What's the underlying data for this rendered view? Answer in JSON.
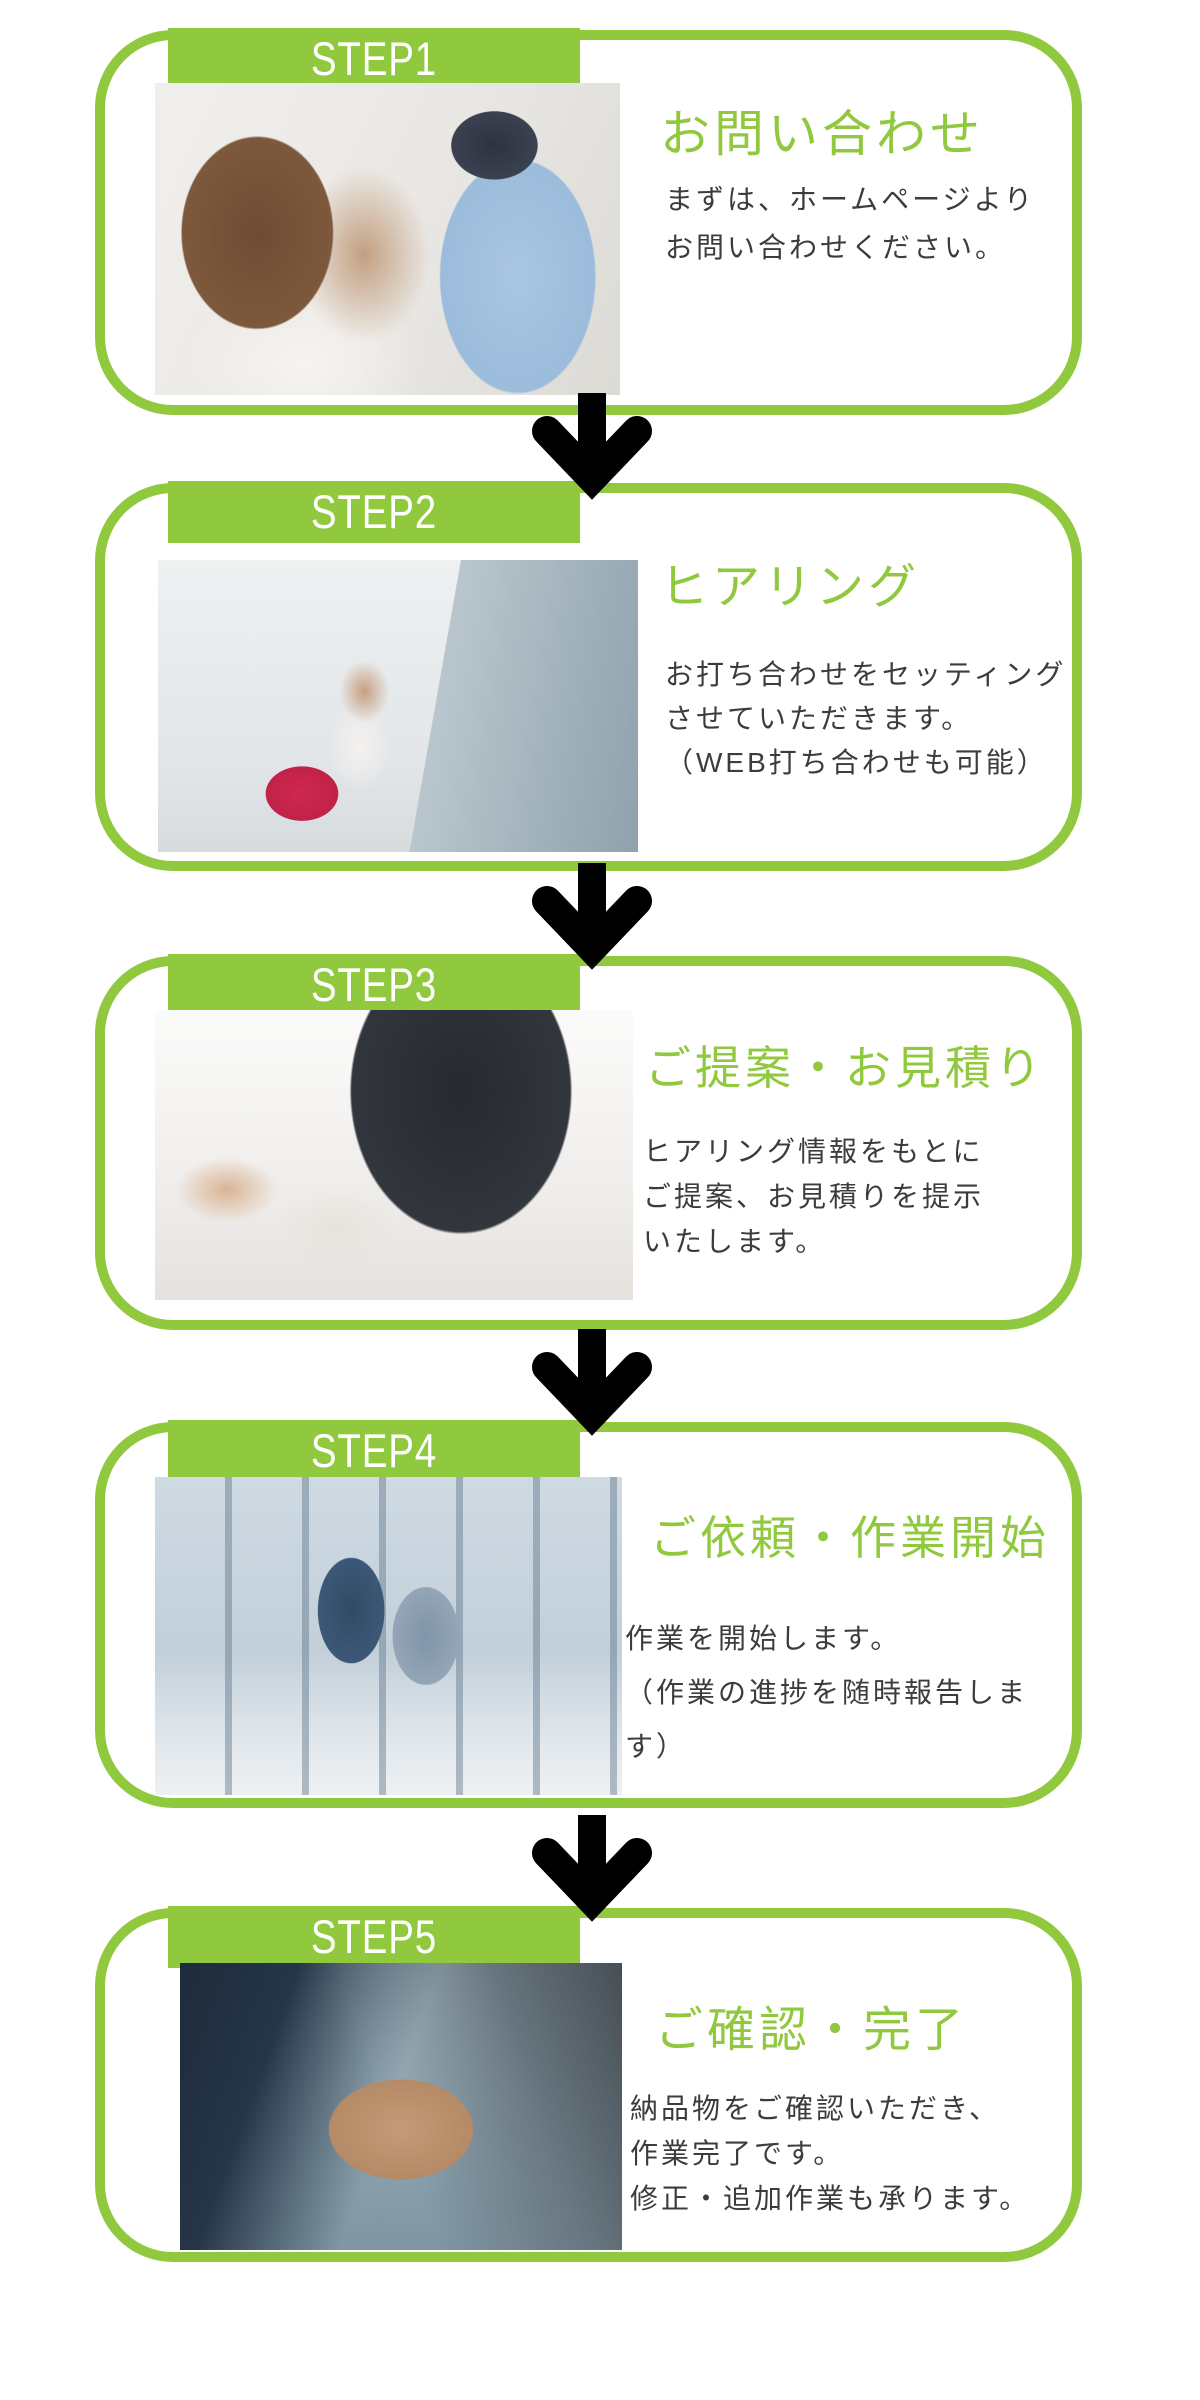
{
  "page": {
    "background": "#FFFFFF",
    "type": "service-flow-infographic"
  },
  "colors": {
    "accent_green": "#90C83E",
    "body_text": "#3C3C3C",
    "step_label_text": "#FFFFFF",
    "arrow_black": "#000000"
  },
  "steps": [
    {
      "label": "STEP1",
      "title": "お問い合わせ",
      "description": "まずは、ホームページより\nお問い合わせください。",
      "photo": "call-center-operators-photo"
    },
    {
      "label": "STEP2",
      "title": "ヒアリング",
      "description": "お打ち合わせをセッティング\nさせていただきます。\n（WEB打ち合わせも可能）",
      "photo": "web-meeting-photo"
    },
    {
      "label": "STEP3",
      "title": "ご提案・お見積り",
      "description": "ヒアリング情報をもとに\nご提案、お見積りを提示\nいたします。",
      "photo": "business-proposal-photo"
    },
    {
      "label": "STEP4",
      "title": "ご依頼・作業開始",
      "description": "作業を開始します。\n（作業の進捗を随時報告します）",
      "photo": "work-start-photo"
    },
    {
      "label": "STEP5",
      "title": "ご確認・完了",
      "description": "納品物をご確認いただき、\n作業完了です。\n修正・追加作業も承ります。",
      "photo": "handshake-photo"
    }
  ],
  "arrows": [
    {
      "icon": "down-arrow-icon"
    },
    {
      "icon": "down-arrow-icon"
    },
    {
      "icon": "down-arrow-icon"
    },
    {
      "icon": "down-arrow-icon"
    }
  ]
}
